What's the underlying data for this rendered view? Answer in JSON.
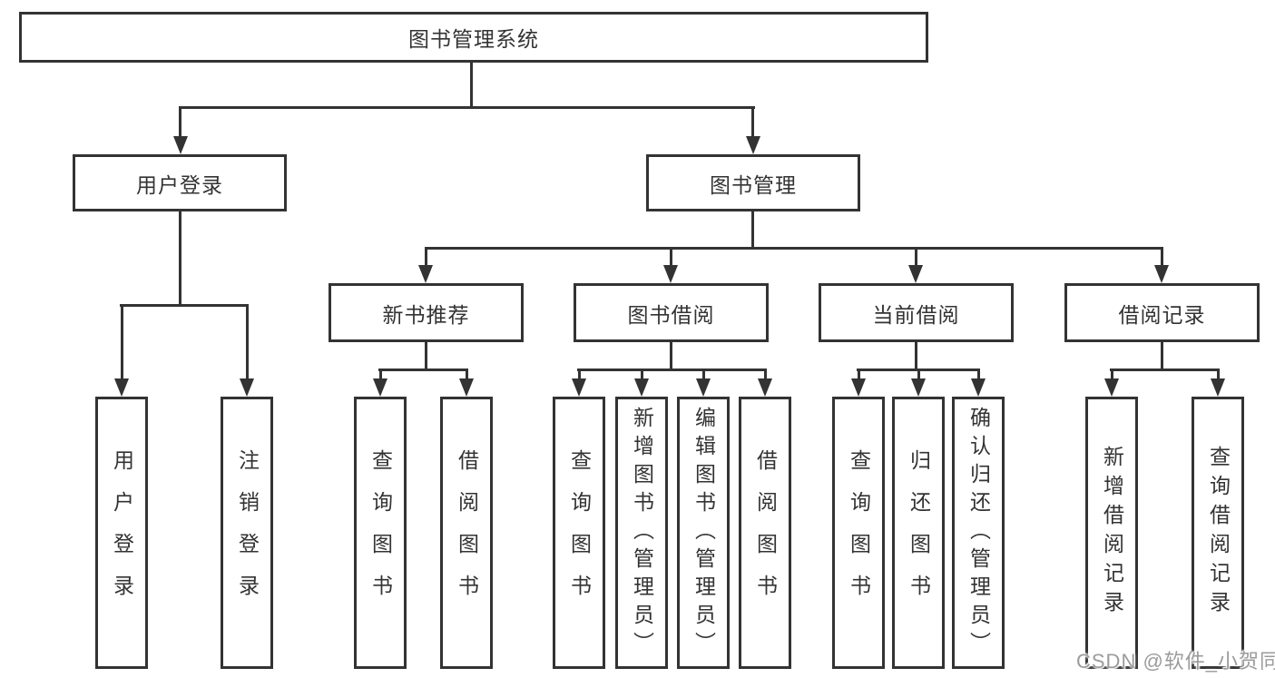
{
  "diagram": {
    "root": {
      "label": "图书管理系统"
    },
    "level2": [
      {
        "label": "用户登录"
      },
      {
        "label": "图书管理"
      }
    ],
    "level3": [
      {
        "label": "新书推荐"
      },
      {
        "label": "图书借阅"
      },
      {
        "label": "当前借阅"
      },
      {
        "label": "借阅记录"
      }
    ],
    "leaves": {
      "user_login": [
        {
          "label": "用户登录"
        },
        {
          "label": "注销登录"
        }
      ],
      "new_books": [
        {
          "label": "查询图书"
        },
        {
          "label": "借阅图书"
        }
      ],
      "book_borrow": [
        {
          "label": "查询图书"
        },
        {
          "label": "新增图书（管理员）"
        },
        {
          "label": "编辑图书（管理员）"
        },
        {
          "label": "借阅图书"
        }
      ],
      "current_borrow": [
        {
          "label": "查询图书"
        },
        {
          "label": "归还图书"
        },
        {
          "label": "确认归还（管理员）"
        }
      ],
      "borrow_records": [
        {
          "label": "新增借阅记录"
        },
        {
          "label": "查询借阅记录"
        }
      ]
    }
  },
  "watermark": {
    "text": "CSDN @软件_小贺同学"
  },
  "colors": {
    "line": "#333333",
    "box_background": "#ffffff",
    "text": "#333333",
    "watermark_text": "#9b9b9b",
    "page_background": "#ffffff"
  }
}
